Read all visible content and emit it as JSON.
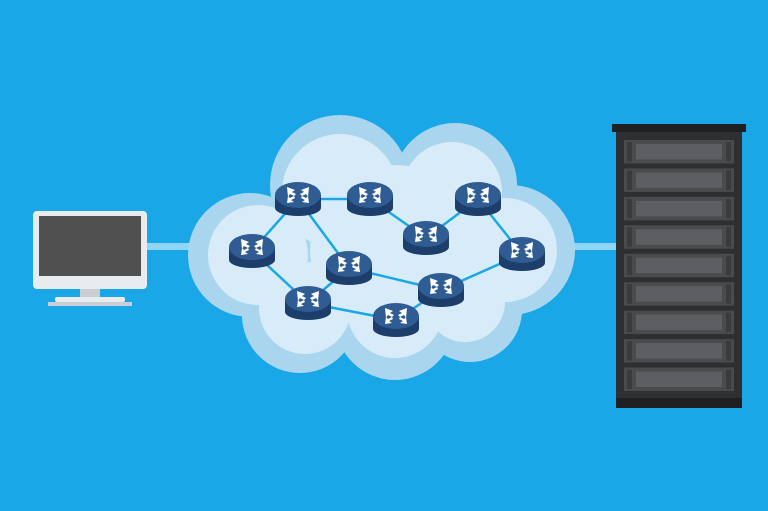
{
  "diagram": {
    "type": "network-topology",
    "client": {
      "icon": "desktop-monitor-icon"
    },
    "network": {
      "icon": "cloud-icon",
      "router_icon": "router-icon",
      "router_count": 10
    },
    "server": {
      "icon": "server-rack-icon",
      "unit_count": 9
    }
  },
  "colors": {
    "background": "#1aa7e8",
    "link": "#8fd6f6",
    "cloud_outer": "#a9d6ee",
    "cloud_inner": "#d7ecf8",
    "router_top": "#2f5c93",
    "router_side": "#1d3e6b",
    "router_arrows": "#ffffff",
    "mesh_line": "#1aa7e8",
    "rack_frame": "#2e2f31",
    "rack_unit": "#4a4b4d",
    "monitor_bezel": "#e9ecef",
    "monitor_screen": "#505050"
  }
}
